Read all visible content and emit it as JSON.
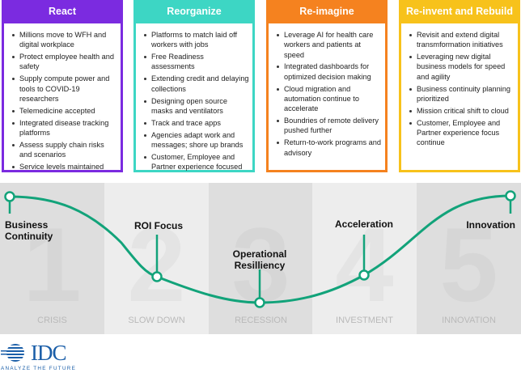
{
  "colors": {
    "react": "#7b2be0",
    "reorganize": "#3dd6c4",
    "reimagine": "#f5821f",
    "reinvent": "#f7c21b",
    "curve": "#12a37a",
    "idc_blue": "#1a5ea8"
  },
  "cards": [
    {
      "title": "React",
      "items": [
        "Millions move to WFH and digital workplace",
        "Protect employee health and safety",
        "Supply compute power and tools to COVID-19 researchers",
        "Telemedicine accepted",
        "Integrated disease tracking platforms",
        "Assess supply chain risks and scenarios",
        "Service levels maintained"
      ]
    },
    {
      "title": "Reorganize",
      "items": [
        "Platforms to match laid off workers with jobs",
        "Free Readiness assessments",
        "Extending credit and delaying collections",
        "Designing open source masks and ventilators",
        "Track and trace apps",
        "Agencies adapt work and messages; shore up brands",
        "Customer, Employee and Partner experience focused"
      ]
    },
    {
      "title": "Re-imagine",
      "items": [
        "Leverage AI for health care workers and patients at speed",
        "Integrated dashboards for optimized decision making",
        "Cloud migration and automation continue to accelerate",
        "Boundries of remote delivery pushed further",
        "Return-to-work programs and advisory"
      ]
    },
    {
      "title": "Re-invent and Rebuild",
      "items": [
        "Revisit and extend digital transmformation initiatives",
        "Leveraging new digital business models for speed and agility",
        "Business continuity planning prioritized",
        "Mission critical shift to cloud",
        "Customer, Employee and Partner experience focus continue"
      ]
    }
  ],
  "phases": [
    {
      "number": "1",
      "name": "CRISIS",
      "milestone_line1": "Business",
      "milestone_line2": "Continuity"
    },
    {
      "number": "2",
      "name": "SLOW DOWN",
      "milestone_line1": "ROI Focus",
      "milestone_line2": ""
    },
    {
      "number": "3",
      "name": "RECESSION",
      "milestone_line1": "Operational",
      "milestone_line2": "Resilliency"
    },
    {
      "number": "4",
      "name": "INVESTMENT",
      "milestone_line1": "Acceleration",
      "milestone_line2": ""
    },
    {
      "number": "5",
      "name": "INNOVATION",
      "milestone_line1": "Innovation",
      "milestone_line2": ""
    }
  ],
  "logo": {
    "name": "IDC",
    "tagline": "ANALYZE THE FUTURE"
  }
}
